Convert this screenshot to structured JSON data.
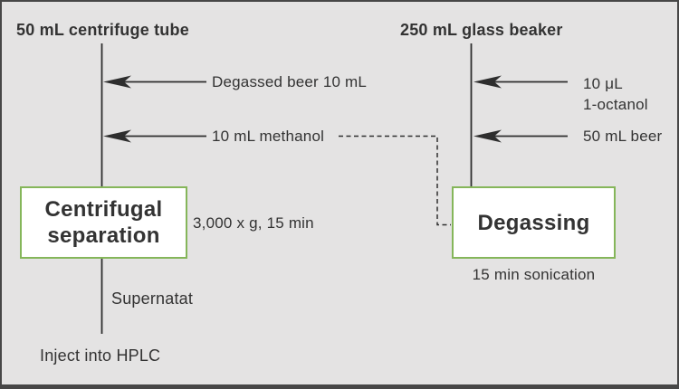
{
  "colors": {
    "background": "#e4e3e3",
    "frame": "#474747",
    "line": "#2e2e2e",
    "text": "#333333",
    "box_border": "#85b65a",
    "box_fill": "#ffffff"
  },
  "left_branch": {
    "container_label": "50 mL centrifuge tube",
    "inputs": [
      {
        "label": "Degassed beer 10 mL"
      },
      {
        "label": "10 mL methanol"
      }
    ],
    "process": {
      "title": "Centrifugal separation",
      "condition": "3,000 x g, 15 min"
    },
    "output_label": "Supernatat",
    "final_step": "Inject into HPLC"
  },
  "right_branch": {
    "container_label": "250 mL glass beaker",
    "inputs": [
      {
        "label": "10 μL\n1-octanol"
      },
      {
        "label": "50 mL beer"
      }
    ],
    "process": {
      "title": "Degassing",
      "condition": "15 min sonication"
    }
  }
}
